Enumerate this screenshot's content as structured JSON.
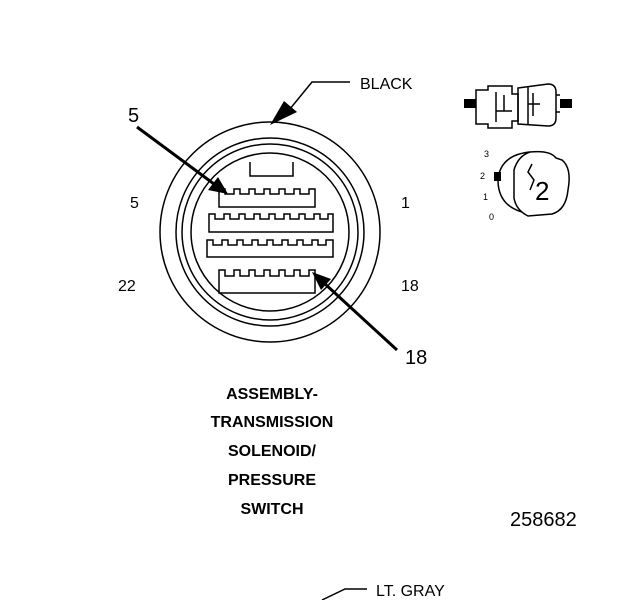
{
  "connector": {
    "color_top": "BLACK",
    "callout_top": "5",
    "callout_bottom": "18",
    "pin_left_upper": "5",
    "pin_right_upper": "1",
    "pin_left_lower": "22",
    "pin_right_lower": "18"
  },
  "title_lines": [
    "ASSEMBLY-",
    "TRANSMISSION",
    "SOLENOID/",
    "PRESSURE",
    "SWITCH"
  ],
  "inset": {
    "scale_labels": [
      "3",
      "2",
      "1",
      "0"
    ],
    "keyway_number": "2"
  },
  "part_number": "258682",
  "second_connector_color": "LT. GRAY"
}
